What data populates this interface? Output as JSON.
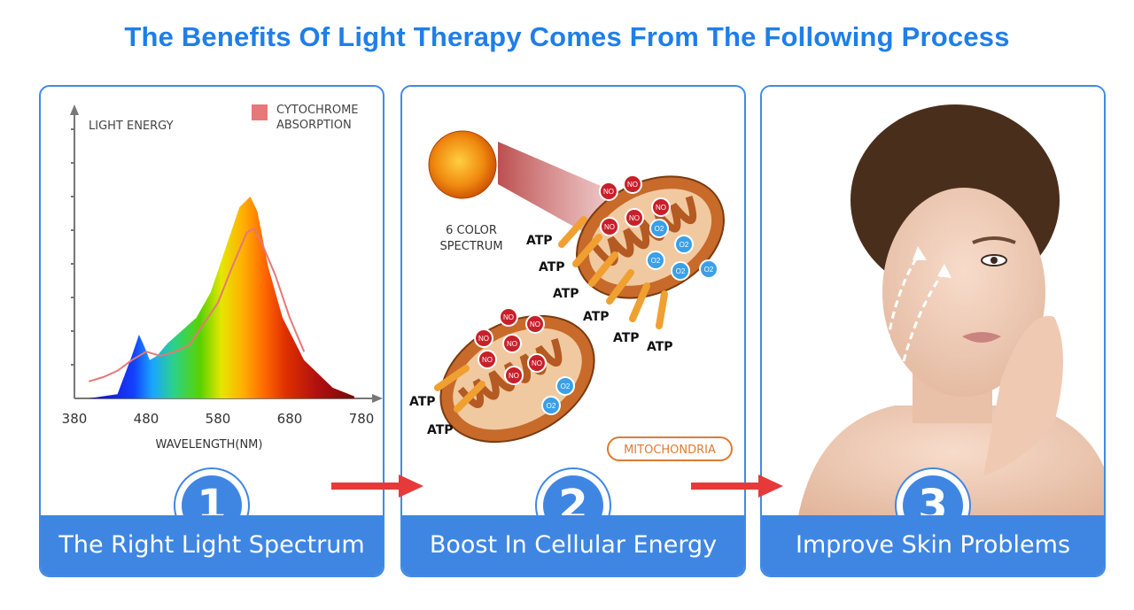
{
  "title": "The Benefits Of Light Therapy Comes From The Following Process",
  "colors": {
    "accent": "#3f86e3",
    "title": "#1f7ee8",
    "arrow": "#e63a3a",
    "mito": "#c86a2a",
    "atp_arrow": "#f0a030"
  },
  "steps": [
    {
      "number": "1",
      "caption": "The Right Light Spectrum"
    },
    {
      "number": "2",
      "caption": "Boost In Cellular Energy"
    },
    {
      "number": "3",
      "caption": "Improve Skin Problems"
    }
  ],
  "chart": {
    "ylabel": "LIGHT ENERGY",
    "legend": "CYTOCHROME ABSORPTION",
    "legend_line1": "CYTOCHROME",
    "legend_line2": "ABSORPTION",
    "xlabel": "WAVELENGTH(NM)",
    "ticks": [
      "380",
      "480",
      "580",
      "680",
      "780"
    ]
  },
  "chart_data": {
    "type": "area",
    "xlabel": "WAVELENGTH(NM)",
    "ylabel": "LIGHT ENERGY",
    "xlim": [
      380,
      780
    ],
    "x_ticks": [
      380,
      480,
      580,
      680,
      780
    ],
    "ylim": [
      0,
      100
    ],
    "series": [
      {
        "x": [
          400,
          440,
          460,
          470,
          478,
          485,
          495,
          510,
          530,
          550,
          570,
          590,
          610,
          625,
          635,
          650,
          670,
          700,
          740,
          770
        ],
        "y": [
          0,
          2,
          20,
          30,
          24,
          18,
          20,
          26,
          32,
          38,
          50,
          70,
          90,
          95,
          88,
          62,
          38,
          18,
          5,
          1
        ]
      },
      {
        "name": "CYTOCHROME ABSORPTION",
        "x": [
          400,
          420,
          440,
          460,
          480,
          500,
          520,
          540,
          560,
          580,
          600,
          620,
          630,
          640,
          660,
          680,
          700
        ],
        "y": [
          8,
          10,
          13,
          18,
          22,
          20,
          22,
          25,
          35,
          45,
          62,
          78,
          80,
          74,
          58,
          38,
          22
        ]
      }
    ]
  },
  "panel2": {
    "spectrum_line1": "6 COLOR",
    "spectrum_line2": "SPECTRUM",
    "mito_label": "MITOCHONDRIA",
    "atp": "ATP",
    "no": "NO",
    "o2": "O2"
  }
}
